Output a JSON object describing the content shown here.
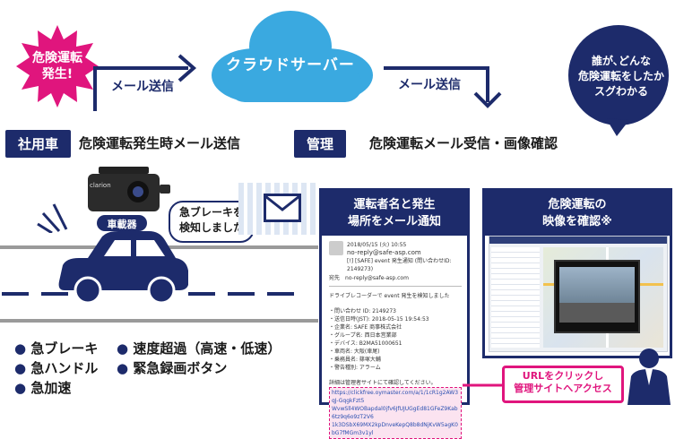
{
  "top": {
    "alert_text": "危険運転\n発生!",
    "mail_send_left": "メール送信",
    "cloud_label": "クラウドサーバー",
    "mail_send_right": "メール送信",
    "bubble_text": "誰が､どんな\n危険運転をしたか\nスグわかる"
  },
  "tags": {
    "left_tag": "社用車",
    "left_desc": "危険運転発生時メール送信",
    "right_tag": "管理",
    "right_desc": "危険運転メール受信・画像確認"
  },
  "device": {
    "brand": "clarion",
    "label": "車載器",
    "speech": "急ブレーキを\n検知しました"
  },
  "panels": {
    "mail_title": "運転者名と発生\n場所をメール通知",
    "video_title": "危険運転の\n映像を確認※"
  },
  "email": {
    "date": "2018/05/15 (火) 10:55",
    "from": "no-reply@safe-asp.com",
    "subject": "[!] [SAFE] event 発生通知 (問い合わせID: 2149273)",
    "to_label": "宛先",
    "to_value": "no-reply@safe-asp.com",
    "intro": "ドライブレコーダーで event 発生を検知しました",
    "lines": [
      "・問い合わせ ID: 2149273",
      "・送信日時(JST): 2018-05-15 19:54:53",
      "・企業名: SAFE 商事株式会社",
      "・グループ名: 西日本営業部",
      "・デバイス: B2MA51000651",
      "・車両名: 大阪(車尾)",
      "・乗務員名: 篠塚大輔",
      "・警告種別: アラーム"
    ],
    "footer_note": "詳細は管理者サイトにて確認してください。",
    "url_lines": [
      "https://clickfree.oymaster.com/a/1/1cR1g2AW3qJ-GqgkFzt5",
      "WvwSll4WOBapdal0jfv6JfUJUGgEd81GFeZ9Kab6tz9q6o9zT2V6",
      "1k3DSbX69MX2kpDnveKepQ8b8dNjKvW5agK0bG7fMGm3v1yl"
    ]
  },
  "cta": "URLをクリックし\n管理サイトへアクセス",
  "features": {
    "col1": [
      "急ブレーキ",
      "急ハンドル",
      "急加速"
    ],
    "col2": [
      "速度超過（高速・低速）",
      "緊急録画ボタン"
    ]
  },
  "colors": {
    "navy": "#1d2b6b",
    "cloud_blue": "#3aa9e0",
    "magenta": "#e0157d",
    "road_gray": "#9a9a9a"
  }
}
